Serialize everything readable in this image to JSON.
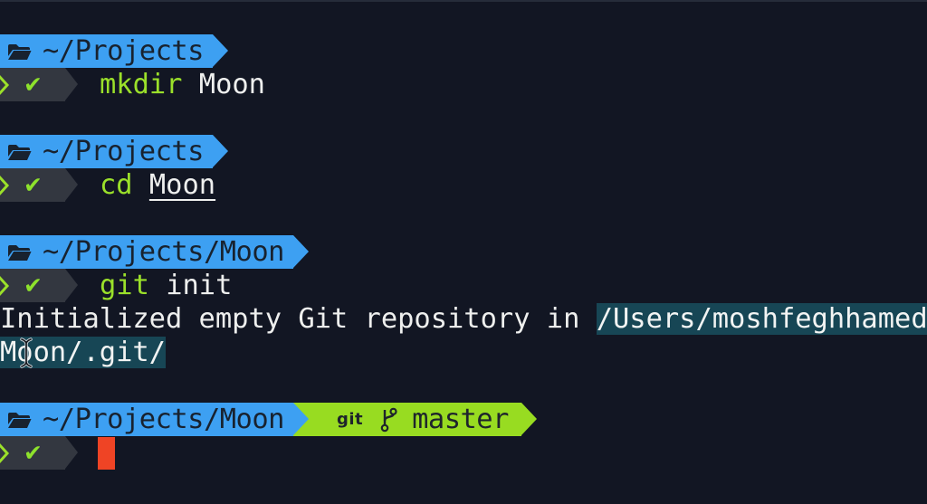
{
  "terminal": {
    "colors": {
      "background": "#121623",
      "path_segment_blue": "#3da0f2",
      "status_segment_gray": "#333740",
      "git_segment_green": "#98dc21",
      "command_green": "#9be02a",
      "check_green": "#8ee22c",
      "text_white": "#eeefee",
      "text_dark_on_segment": "#18222f",
      "path_highlight_teal": "#174655",
      "cursor_red": "#ef4425"
    },
    "prompt": {
      "check_icon": "✔"
    },
    "blocks": {
      "b1": {
        "path": "~/Projects",
        "cmd_bin": "mkdir ",
        "cmd_arg": "Moon"
      },
      "b2": {
        "path": "~/Projects",
        "cmd_bin": "cd ",
        "cmd_arg": "Moon"
      },
      "b3": {
        "path": "~/Projects/Moon",
        "cmd_bin": "git ",
        "cmd_arg": "init"
      },
      "b4": {
        "path": "~/Projects/Moon"
      }
    },
    "output": {
      "line1_text": "Initialized empty Git repository in ",
      "line1_path": "/Users/moshfeghhamed",
      "line2_path": "Moon/.git/"
    },
    "git": {
      "label": "git",
      "branch": "master"
    }
  }
}
